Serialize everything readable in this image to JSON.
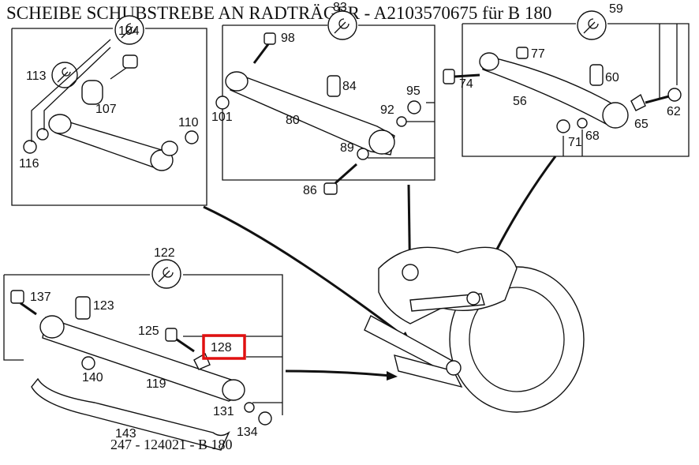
{
  "title": "SCHEIBE SCHUBSTREBE AN RADTRÄGER - A2103570675 für B 180",
  "footer": "247 - 124021 - B 180",
  "highlight_color": "#e01010",
  "icons": [
    "wrench-icon"
  ],
  "panels": {
    "upper_left": {
      "wrench_number": "104",
      "labels": [
        "113",
        "107",
        "110",
        "116"
      ]
    },
    "upper_middle": {
      "wrench_number": "83",
      "labels": [
        "98",
        "84",
        "95",
        "92",
        "101",
        "80",
        "89",
        "86"
      ]
    },
    "upper_right": {
      "wrench_number": "59",
      "labels": [
        "77",
        "74",
        "60",
        "56",
        "65",
        "62",
        "71",
        "68"
      ]
    },
    "lower_left": {
      "wrench_number": "122",
      "labels": [
        "137",
        "123",
        "125",
        "140",
        "119",
        "131",
        "134",
        "143"
      ],
      "highlighted_label": "128"
    }
  }
}
